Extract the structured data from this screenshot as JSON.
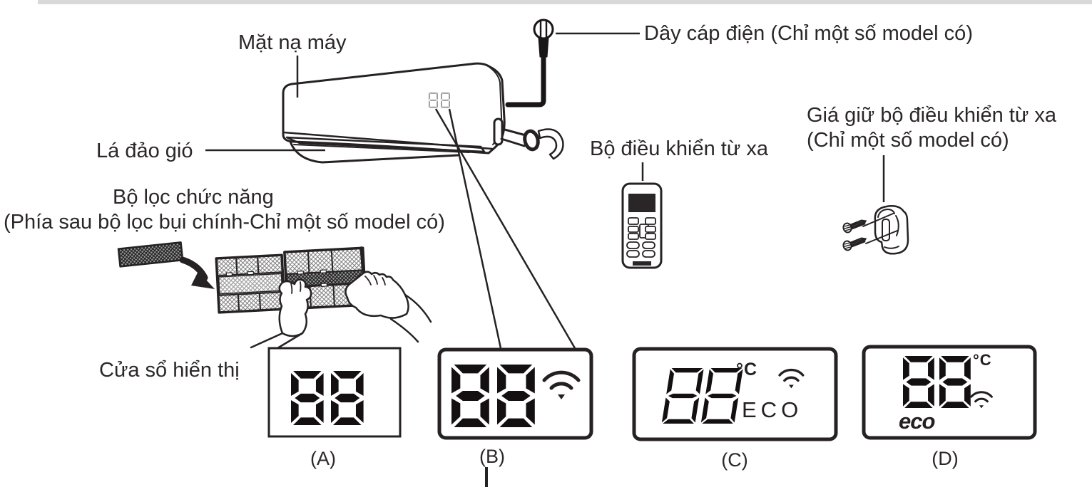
{
  "page": {
    "background": "#ffffff",
    "top_rule_color": "#d9d9d9",
    "ink_color": "#262223"
  },
  "diagram": {
    "unit_labels": {
      "front_panel": "Mặt nạ máy",
      "power_cable": "Dây cáp điện (Chỉ một số model có)",
      "louver": "Lá đảo gió",
      "filter_line1": "Bộ lọc chức năng",
      "filter_line2": "(Phía sau bộ lọc bụi chính-Chỉ một số model có)",
      "remote": "Bộ điều khiển từ xa",
      "remote_holder_line1": "Giá giữ bộ điều khiển từ xa",
      "remote_holder_line2": "(Chỉ một số model có)",
      "display_window": "Cửa sổ hiển thị"
    },
    "indoor_unit": {
      "display_value": "88",
      "display_color": "#8f8f8f",
      "parts": [
        "plug-icon",
        "power-cable",
        "drain-pipe",
        "louver",
        "display"
      ]
    },
    "displays": [
      {
        "id": "A",
        "label": "(A)",
        "value": "88",
        "icons": []
      },
      {
        "id": "B",
        "label": "(B)",
        "value": "88",
        "icons": [
          "wifi-icon"
        ]
      },
      {
        "id": "C",
        "label": "(C)",
        "value": "88",
        "unit": "°C",
        "icons": [
          "wifi-icon"
        ],
        "mode_text": "ECO"
      },
      {
        "id": "D",
        "label": "(D)",
        "value": "88",
        "unit": "°C",
        "icons": [
          "wifi-icon"
        ],
        "mode_text": "eco"
      }
    ]
  }
}
